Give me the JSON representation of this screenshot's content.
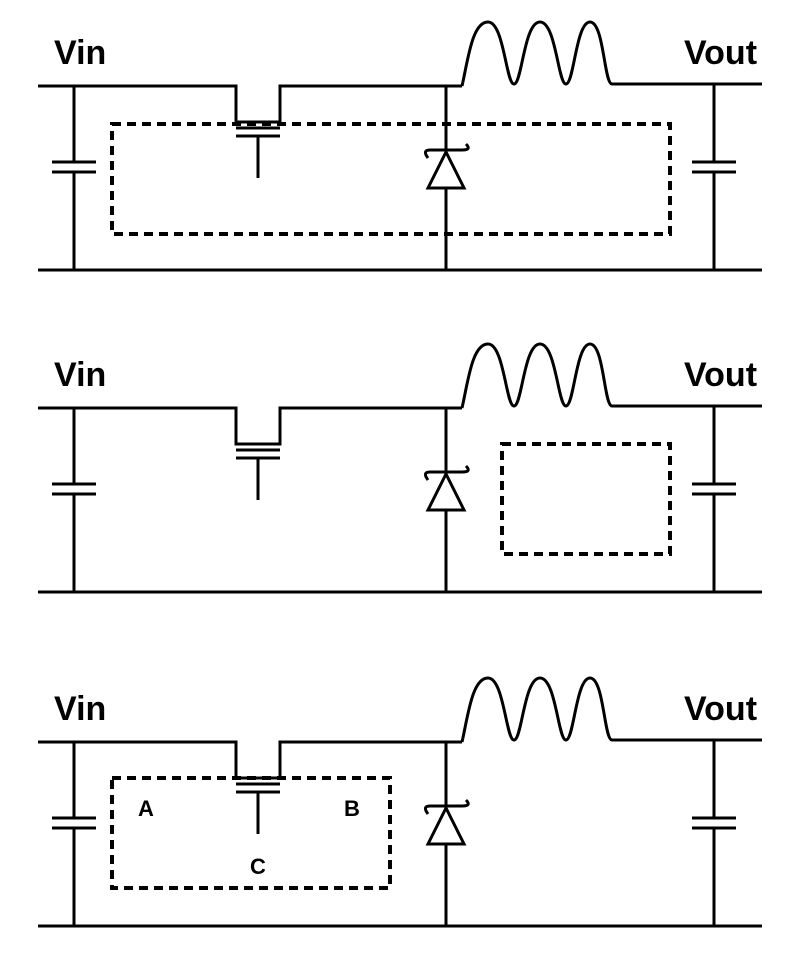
{
  "panels": [
    {
      "vin_label": "Vin",
      "vout_label": "Vout",
      "current_loop": "input-switch-diode-loop"
    },
    {
      "vin_label": "Vin",
      "vout_label": "Vout",
      "current_loop": "output-loop"
    },
    {
      "vin_label": "Vin",
      "vout_label": "Vout",
      "current_loop": "switch-node-loop",
      "node_labels": {
        "a": "A",
        "b": "B",
        "c": "C"
      }
    }
  ],
  "components": [
    "input-capacitor",
    "mosfet-switch",
    "schottky-diode",
    "inductor",
    "output-capacitor"
  ]
}
